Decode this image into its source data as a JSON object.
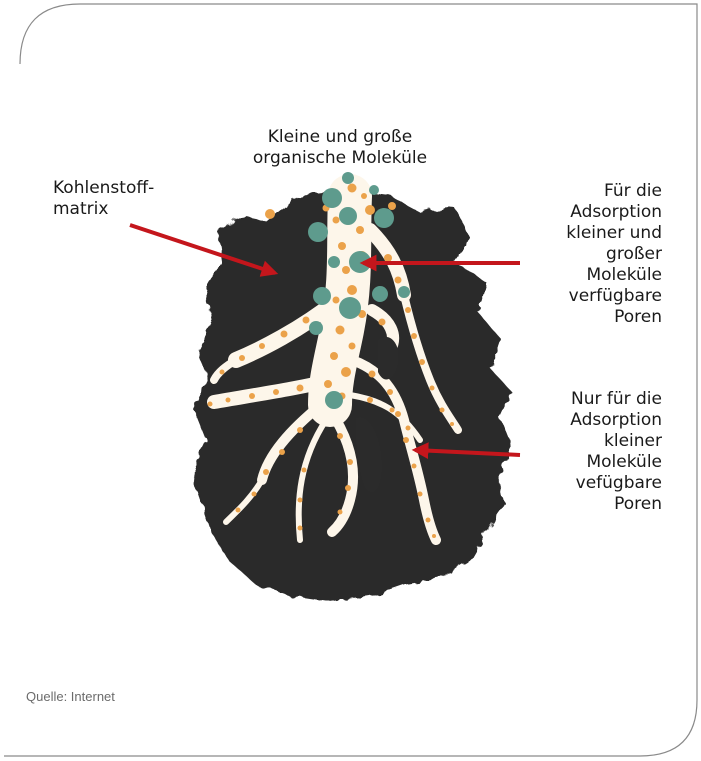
{
  "labels": {
    "top_molecules": "Kleine und große\norganische Moleküle",
    "carbon_matrix": "Kohlenstoff-\nmatrix",
    "large_pores": "Für die\nAdsorption\nkleiner und\ngroßer\nMoleküle\nverfügbare\nPoren",
    "small_pores": "Nur für die\nAdsorption\nkleiner\nMoleküle\nvefügbare\nPoren"
  },
  "source": "Quelle: Internet",
  "colors": {
    "carbon": "#2b2b2b",
    "pore": "#fdf6ea",
    "small_molecule": "#eba24a",
    "large_molecule": "#5e9b8d",
    "arrow": "#c4161c",
    "frame": "#8a8a8a"
  }
}
